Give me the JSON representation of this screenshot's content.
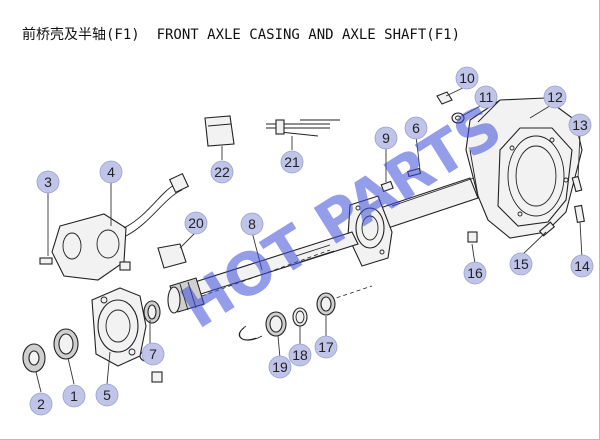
{
  "title": "前桥壳及半轴(F1)  FRONT AXLE CASING AND AXLE SHAFT(F1)",
  "watermark": "HOT PARTS",
  "colors": {
    "callout_fill": "#bfc4e8",
    "watermark": "#3b4dd8",
    "line": "#222222"
  },
  "callouts": [
    "1",
    "2",
    "3",
    "4",
    "5",
    "6",
    "7",
    "8",
    "9",
    "10",
    "11",
    "12",
    "13",
    "14",
    "15",
    "16",
    "17",
    "18",
    "19",
    "20",
    "21",
    "22"
  ]
}
